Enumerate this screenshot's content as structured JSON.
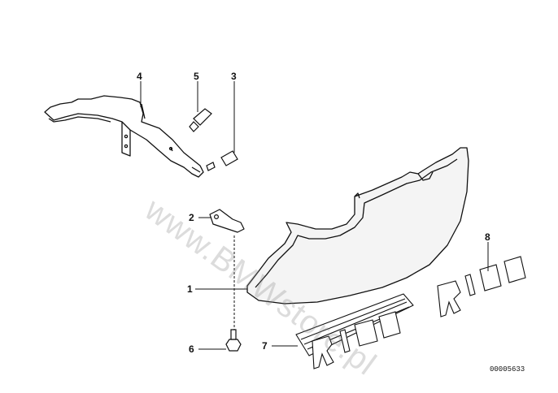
{
  "diagram": {
    "callouts": [
      {
        "id": "1",
        "label": "1"
      },
      {
        "id": "2",
        "label": "2"
      },
      {
        "id": "3",
        "label": "3"
      },
      {
        "id": "4",
        "label": "4"
      },
      {
        "id": "5",
        "label": "5"
      },
      {
        "id": "6",
        "label": "6"
      },
      {
        "id": "7",
        "label": "7"
      },
      {
        "id": "8",
        "label": "8"
      }
    ],
    "badge_lettering": "R 100",
    "watermark": "www.BMWstore.pl",
    "diagram_code": "00005633"
  },
  "colors": {
    "line": "#111111",
    "fairing_fill": "#f4f4f4",
    "background": "#ffffff"
  }
}
